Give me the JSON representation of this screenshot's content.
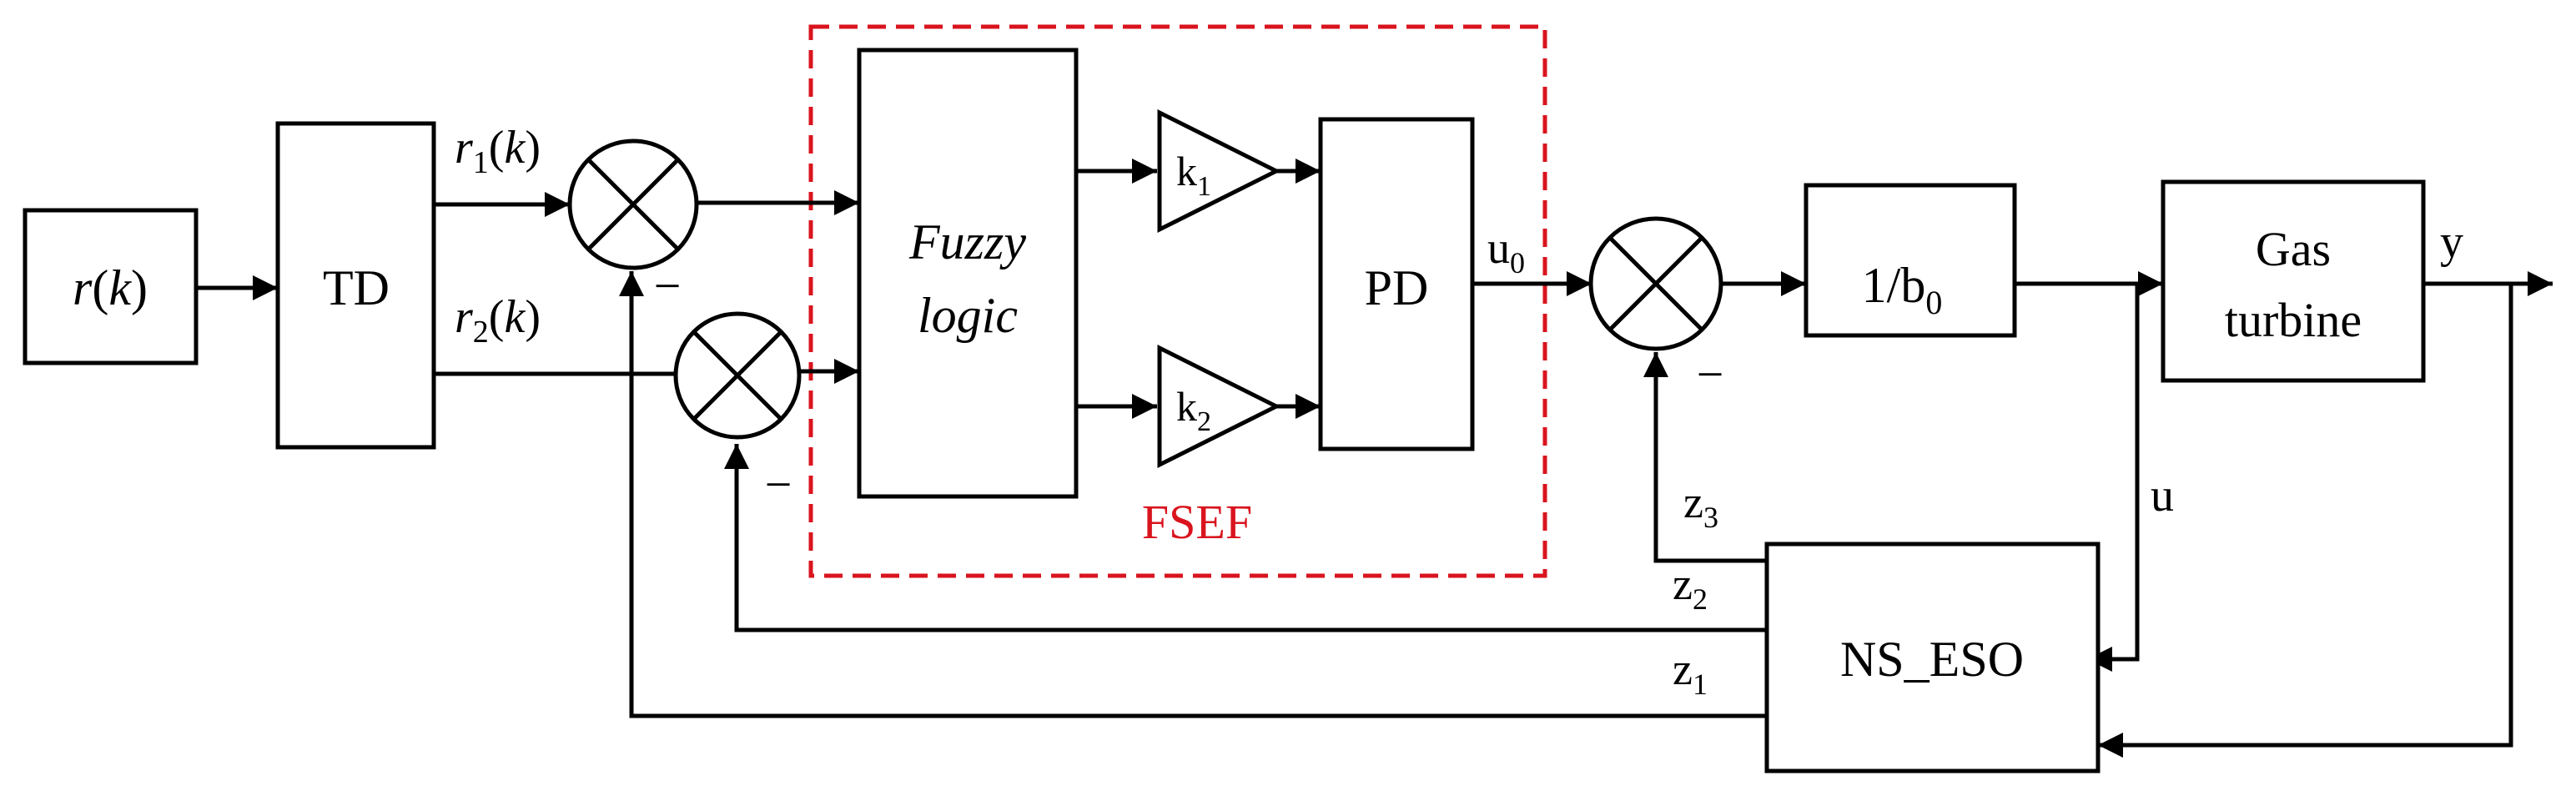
{
  "colors": {
    "line": "#000000",
    "fsef": "#d9141e"
  },
  "blocks": {
    "source": {
      "r": "r",
      "paren_open": "(",
      "k": "k",
      "paren_close": ")"
    },
    "td": "TD",
    "fuzzy_line1": "Fuzzy",
    "fuzzy_line2": "logic",
    "gain1": {
      "base": "k",
      "sub": "1"
    },
    "gain2": {
      "base": "k",
      "sub": "2"
    },
    "pd": "PD",
    "inv_b0": {
      "base": "1/b",
      "sub": "0"
    },
    "plant_line1": "Gas",
    "plant_line2": "turbine",
    "observer": "NS_ESO",
    "fsef": "FSEF"
  },
  "signals": {
    "r1": {
      "r": "r",
      "sub": "1",
      "paren_open": "(",
      "k": "k",
      "paren_close": ")"
    },
    "r2": {
      "r": "r",
      "sub": "2",
      "paren_open": "(",
      "k": "k",
      "paren_close": ")"
    },
    "u0": {
      "base": "u",
      "sub": "0"
    },
    "y": "y",
    "u": "u",
    "z1": {
      "base": "z",
      "sub": "1"
    },
    "z2": {
      "base": "z",
      "sub": "2"
    },
    "z3": {
      "base": "z",
      "sub": "3"
    },
    "minus": "−"
  }
}
